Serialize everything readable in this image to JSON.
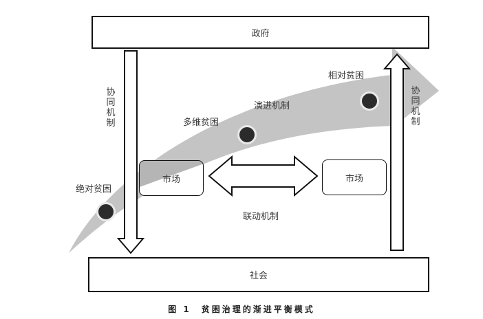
{
  "diagram": {
    "top_box": "政府",
    "bottom_box": "社会",
    "left_market": "市场",
    "right_market": "市场",
    "left_arrow_label": "协同机制",
    "right_arrow_label": "协同机制",
    "link_label": "联动机制",
    "evolution_label": "演进机制",
    "stages": [
      {
        "label": "绝对贫困"
      },
      {
        "label": "多维贫困"
      },
      {
        "label": "相对贫困"
      }
    ]
  },
  "colors": {
    "curve": "#c4c4c4",
    "dot": "#2b2b2b",
    "stroke": "#111111"
  },
  "caption": "图 1　贫困治理的渐进平衡模式"
}
